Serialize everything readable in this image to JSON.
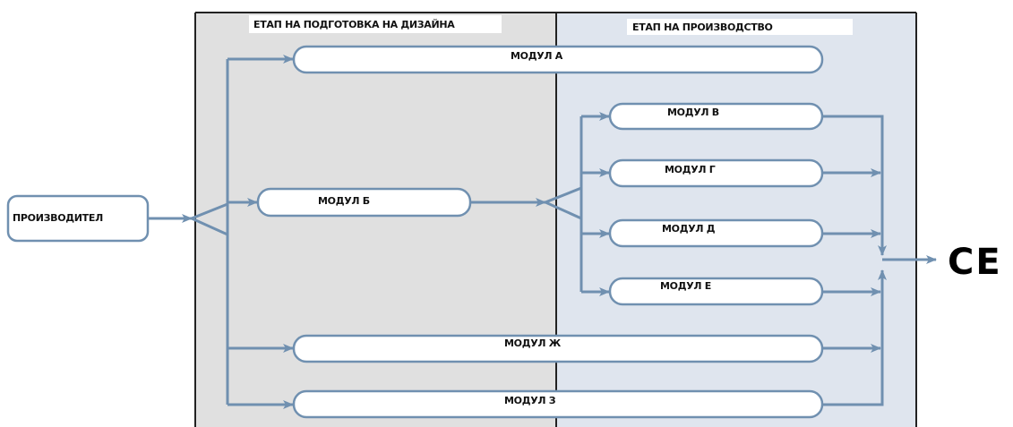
{
  "headers": {
    "design_stage": "ЕТАП НА ПОДГОТОВКА НА ДИЗАЙНА",
    "production_stage": "ЕТАП НА ПРОИЗВОДСТВО"
  },
  "manufacturer": "ПРОИЗВОДИТЕЛ",
  "modules": {
    "a": "МОДУЛ А",
    "b": "МОДУЛ Б",
    "v": "МОДУЛ В",
    "g": "МОДУЛ Г",
    "d": "МОДУЛ Д",
    "e": "МОДУЛ Е",
    "zh": "МОДУЛ Ж",
    "z": "МОДУЛ З"
  },
  "ce_mark": "CE",
  "colors": {
    "design_bg": "#e0e0e0",
    "production_bg": "#dfe5ee",
    "flow_line": "#7090b0",
    "box_border": "#7090b0",
    "panel_border": "#222222"
  }
}
